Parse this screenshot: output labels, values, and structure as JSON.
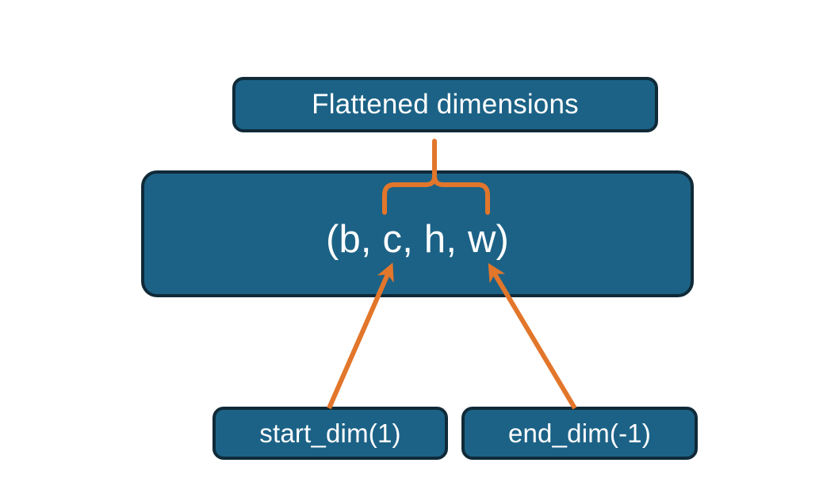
{
  "diagram": {
    "title_node": {
      "label": "Flattened dimensions",
      "name": "flattened-dimensions-box"
    },
    "shape_node": {
      "label": "(b, c, h, w)",
      "name": "tensor-shape-box",
      "dims": [
        "b",
        "c",
        "h",
        "w"
      ]
    },
    "arg_nodes": [
      {
        "label": "start_dim(1)",
        "name": "start-dim-box",
        "points_to_dim": "c"
      },
      {
        "label": "end_dim(-1)",
        "name": "end-dim-box",
        "points_to_dim": "w"
      }
    ],
    "connectors": [
      {
        "name": "brace-connector",
        "kind": "curly-brace",
        "from": "(b, c, h, w)",
        "to": "Flattened dimensions",
        "spans_dims": [
          "c",
          "h",
          "w"
        ]
      },
      {
        "name": "start-dim-arrow",
        "kind": "arrow",
        "from": "start_dim(1)",
        "to": "c"
      },
      {
        "name": "end-dim-arrow",
        "kind": "arrow",
        "from": "end_dim(-1)",
        "to": "w"
      }
    ]
  },
  "colors": {
    "box_fill": "#1c6286",
    "box_border": "#102a38",
    "text": "#ffffff",
    "accent_orange": "#e2762b",
    "background": "#ffffff"
  }
}
